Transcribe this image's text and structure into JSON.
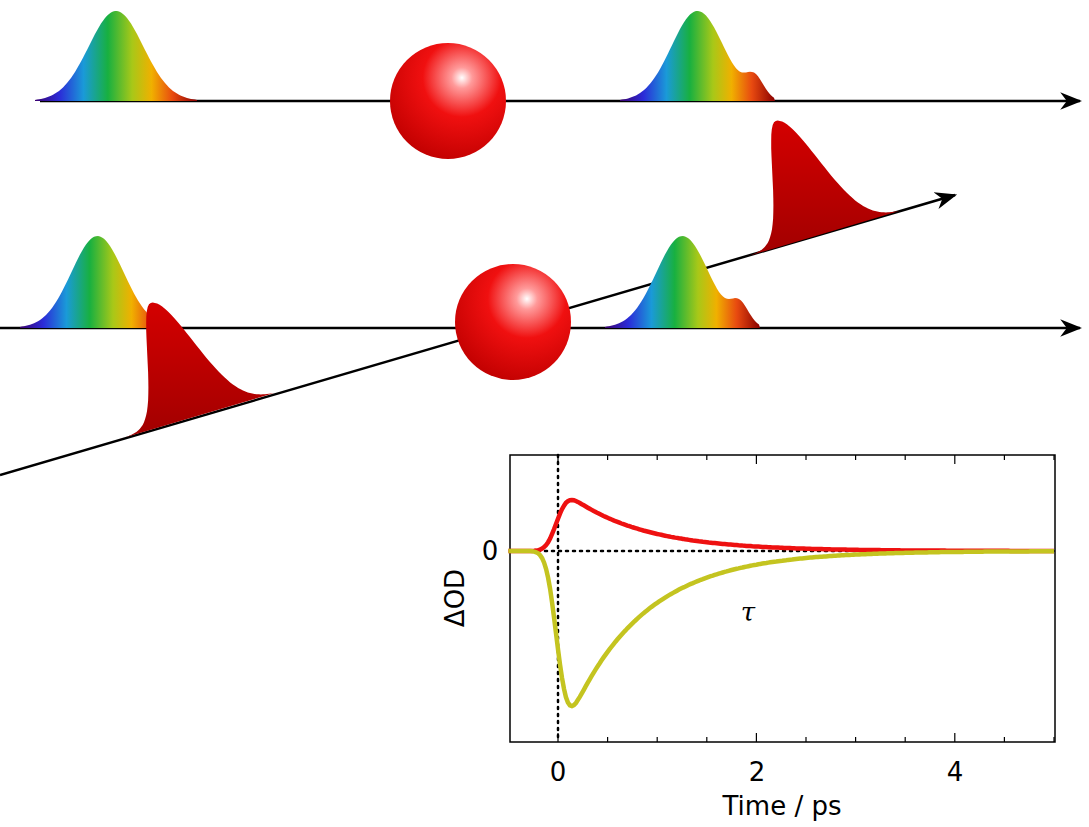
{
  "diagram": {
    "labels": [
      "ΔOD",
      "0",
      "τ",
      "0",
      "2",
      "4",
      "Time / ps"
    ]
  }
}
